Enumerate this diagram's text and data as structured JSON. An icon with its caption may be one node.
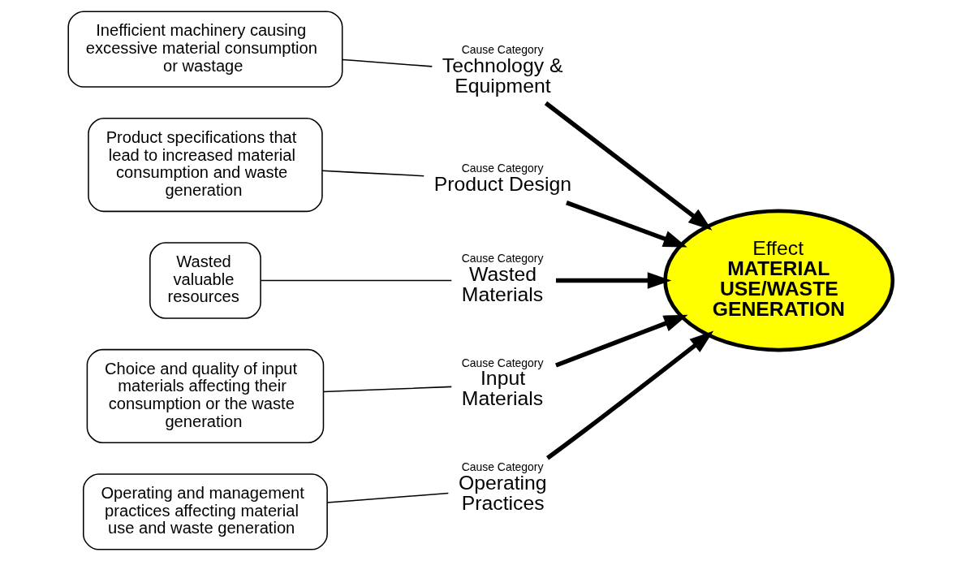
{
  "diagram": {
    "nodes": [
      {
        "text": [
          "Inefficient machinery causing excessive material consumption or wastage"
        ]
      },
      {
        "text": [
          "Product specifications that lead to increased material consumption and waste generation"
        ]
      },
      {
        "text": [
          "Wasted valuable resources"
        ]
      },
      {
        "text": [
          "Cause Category",
          "Technology & Equipment"
        ]
      },
      {
        "text": [
          "Cause Category",
          "Product Design"
        ]
      },
      {
        "text": [
          "Cause Category",
          "Wasted Materials"
        ]
      },
      {
        "text": [
          "Effect",
          "MATERIAL USE/WASTE GENERATION"
        ]
      },
      {
        "text": [
          "Cause Category",
          "Input Materials"
        ]
      },
      {
        "text": [
          "Cause Category",
          "Operating Practices"
        ]
      },
      {
        "text": [
          "Choice and quality of input materials affecting their consumption or the waste generation"
        ]
      },
      {
        "text": [
          "Operating and management practices affecting material use and waste generation"
        ]
      }
    ],
    "edges": [
      {
        "from": 0,
        "to": 3,
        "arrow": "none"
      },
      {
        "from": 1,
        "to": 4,
        "arrow": "none"
      },
      {
        "from": 2,
        "to": 5,
        "arrow": "none"
      },
      {
        "from": 9,
        "to": 7,
        "arrow": "none"
      },
      {
        "from": 10,
        "to": 8,
        "arrow": "none"
      },
      {
        "from": 5,
        "to": 6,
        "arrow": "to",
        "style": "thick"
      },
      {
        "from": 3,
        "to": 6,
        "arrow": "to",
        "style": "thick"
      },
      {
        "from": 7,
        "to": 6,
        "arrow": "to",
        "style": "thick"
      },
      {
        "from": 4,
        "to": 6,
        "arrow": "to",
        "style": "thick"
      },
      {
        "from": 8,
        "to": 6,
        "arrow": "to",
        "style": "thick"
      }
    ]
  }
}
